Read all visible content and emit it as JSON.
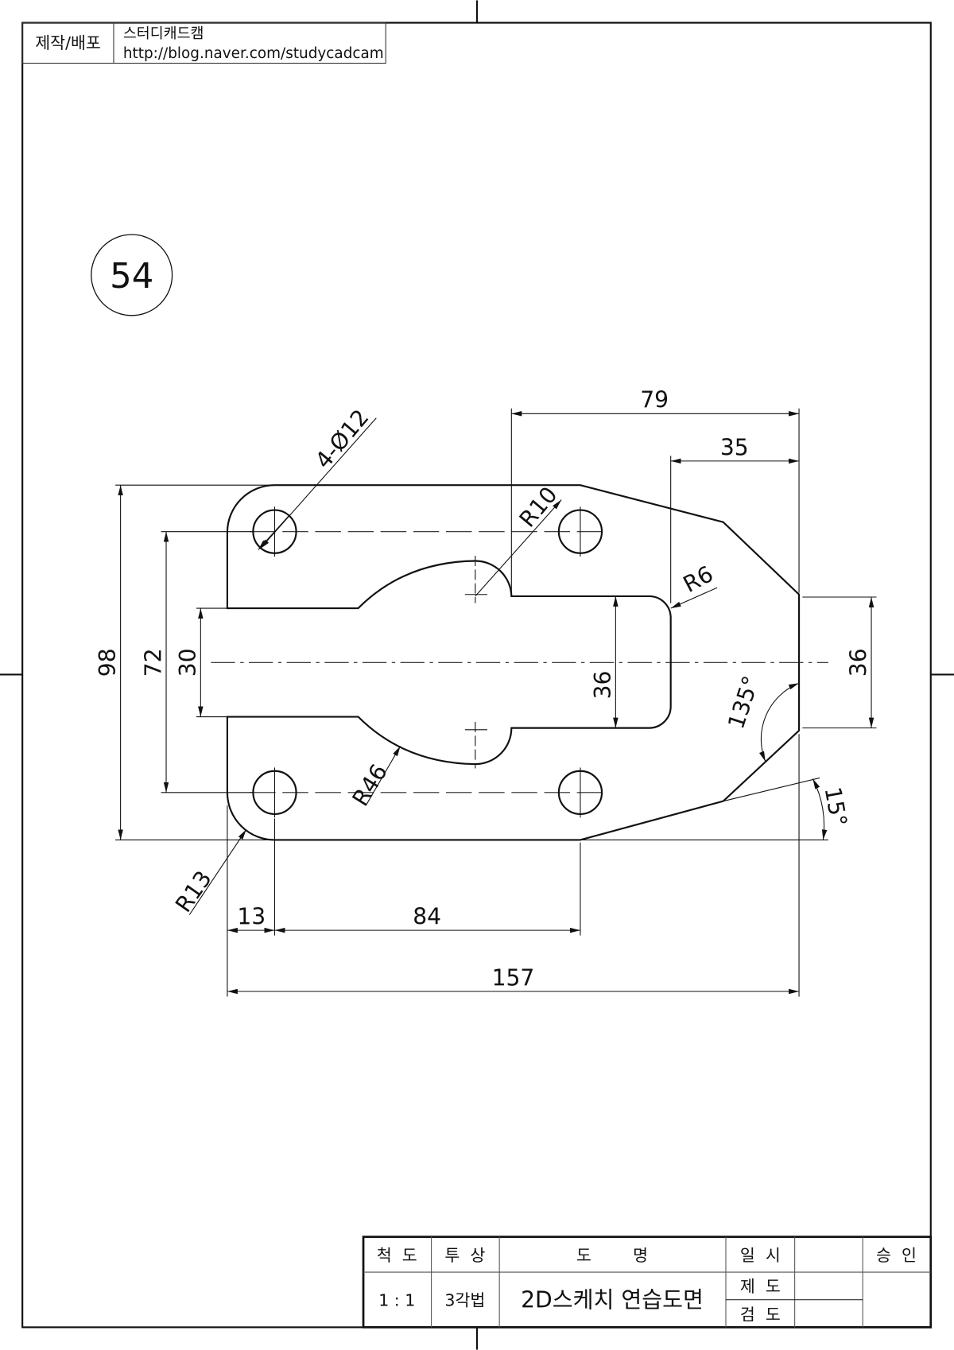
{
  "header": {
    "label": "제작/배포",
    "name": "스터디캐드캠",
    "url": "http://blog.naver.com/studycadcam"
  },
  "drawing_number": "54",
  "dimensions": {
    "d79": "79",
    "d35": "35",
    "d98": "98",
    "d72": "72",
    "d30": "30",
    "d36_inner": "36",
    "d36_right": "36",
    "d13": "13",
    "d84": "84",
    "d157": "157",
    "holes": "4-Ø12",
    "r10": "R10",
    "r6": "R6",
    "r46": "R46",
    "r13": "R13",
    "a135": "135°",
    "a15": "15°"
  },
  "title_block": {
    "scale_label": "척  도",
    "projection_label": "투  상",
    "name_label": "도        명",
    "date_label": "일  시",
    "approval_label": "승  인",
    "scale_value": "1 : 1",
    "projection_value": "3각법",
    "drawing_name": "2D스케치 연습도면",
    "drawn_label": "제  도",
    "checked_label": "검  도"
  }
}
